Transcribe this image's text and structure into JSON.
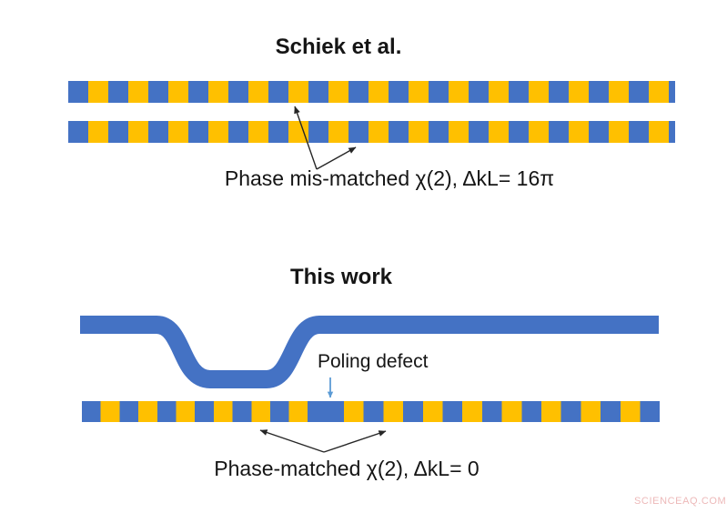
{
  "palette": {
    "wg_blue": "#4472C4",
    "wg_yellow": "#FFC000",
    "arrow_dark": "#262626",
    "defect_arrow_blue": "#5B9BD5",
    "text_color": "#151515",
    "watermark_pink": "#EDB9B9"
  },
  "top_panel": {
    "title": "Schiek et al.",
    "caption": "Phase mis-matched χ(2), ΔkL= 16π"
  },
  "bottom_panel": {
    "title": "This work",
    "defect_label": "Poling defect",
    "caption": "Phase-matched χ(2), ΔkL= 0"
  },
  "watermark": "SCIENCEAQ.COM"
}
